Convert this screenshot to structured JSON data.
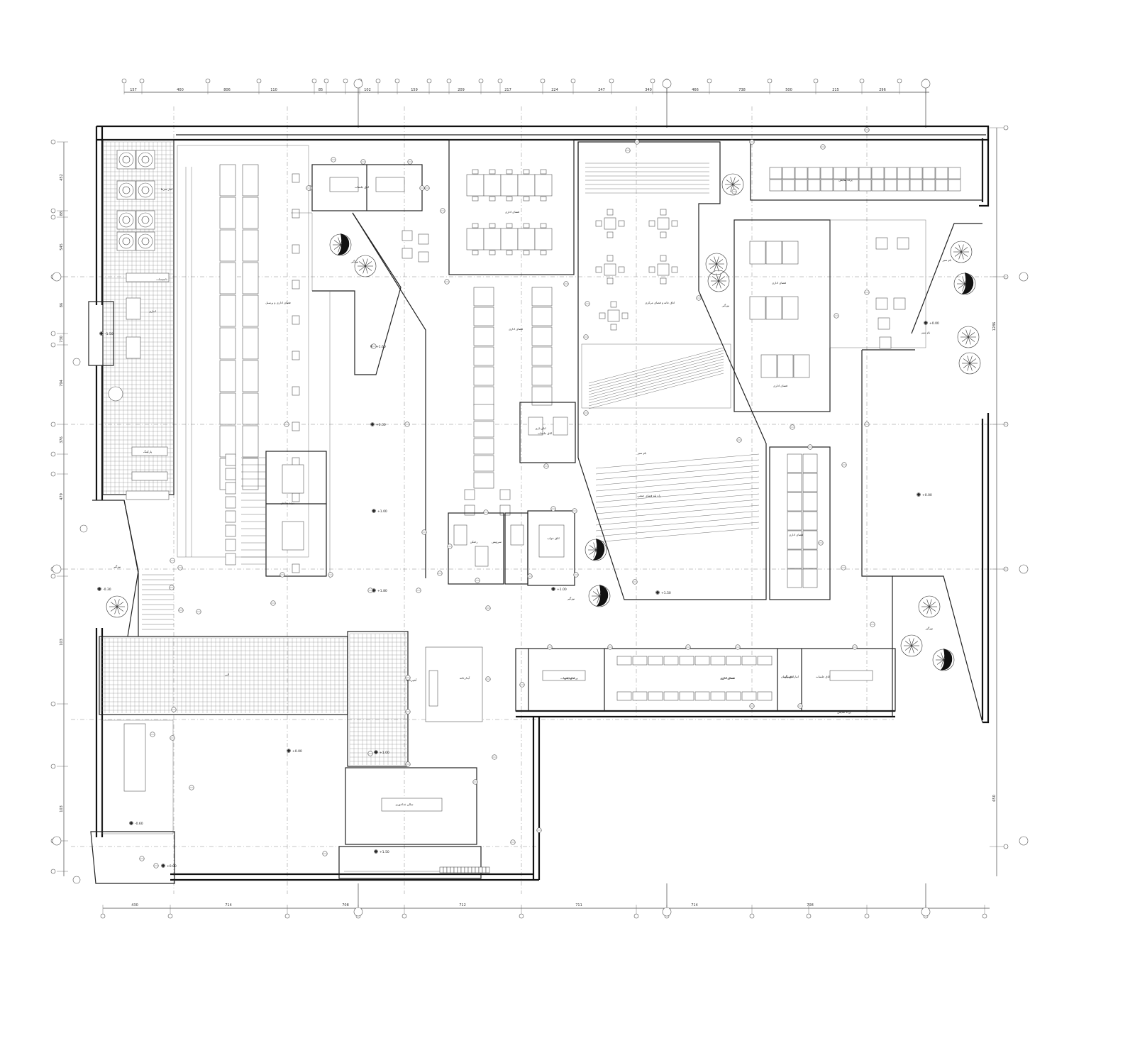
{
  "drawing": {
    "top_dims": [
      "157",
      "400",
      "806",
      "110",
      "85",
      "102",
      "159",
      "209",
      "217",
      "224",
      "247",
      "340",
      "466",
      "738",
      "500",
      "215",
      "296"
    ],
    "bottom_dims": [
      "430",
      "714",
      "708",
      "712",
      "711",
      "714",
      "708"
    ],
    "left_dims": [
      "452",
      "88",
      "545",
      "86",
      "730",
      "794",
      "376",
      "479",
      "103",
      "103"
    ],
    "right_dims": [
      "1286",
      "650"
    ],
    "labels": {
      "rooms": [
        "انبار سرما",
        "تاسیسات",
        "انباری",
        "پارکینگ",
        "فضای اداری و پرسنل",
        "پرده نمایش",
        "اتاق جلسات",
        "فضای اداری",
        "اتاق جلسات",
        "فضای اداری",
        "اتاق خانه و فضای مرکزی",
        "فضای اداری",
        "فضای اداری",
        "فضای اداری",
        "پرده نمایش",
        "اتاق جلسات",
        "اتاق بازی",
        "رختکن",
        "سرویس",
        "اتاق خواب",
        "آبدارخانه",
        "آشپزخانه",
        "لابی",
        "سالن غذاخوری",
        "راه پله فضای جمعی",
        "فضای اداری",
        "پرده نمایش",
        "فضای اداری",
        "اتاق جلسات",
        "انبار تجهیزات",
        "پرده نمایش",
        "اتاق نگهبان",
        "نورگیر",
        "نورگیر",
        "نورگیر",
        "نورگیر",
        "نورگیر",
        "بام سبز",
        "بام سبز",
        "بام سبز"
      ],
      "levels": [
        "+0.00",
        "+1.00",
        "+1.60",
        "+1.50",
        "+1.00",
        "+1.50",
        "+1.80",
        "+0.00",
        "-0.30",
        "+0.00",
        "+0.00",
        "+1.00",
        "-0.60",
        "+0.00",
        "-1.50"
      ]
    }
  }
}
